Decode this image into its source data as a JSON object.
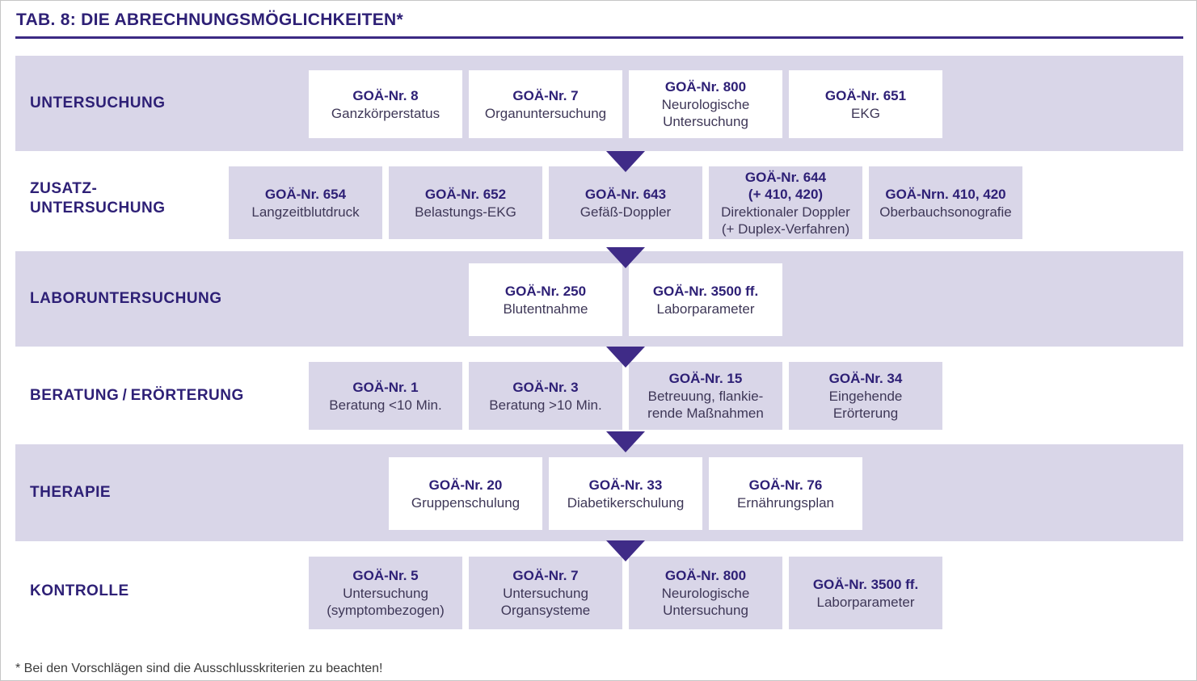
{
  "title": "TAB. 8: DIE ABRECHNUNGSMÖGLICHKEITEN*",
  "footnote": "* Bei den Vorschlägen sind die Ausschlusskriterien zu beachten!",
  "colors": {
    "heading_purple": "#2e2076",
    "band_lavender": "#d9d6e8",
    "arrow_purple": "#3f2b87",
    "rule_purple": "#3b2a84",
    "description_text": "#3e3757"
  },
  "rows": [
    {
      "label": "UNTERSUCHUNG",
      "cards": [
        {
          "code": "GOÄ-Nr. 8",
          "desc": "Ganzkörperstatus"
        },
        {
          "code": "GOÄ-Nr. 7",
          "desc": "Organuntersuchung"
        },
        {
          "code": "GOÄ-Nr. 800",
          "desc": "Neurologische\nUntersuchung"
        },
        {
          "code": "GOÄ-Nr. 651",
          "desc": "EKG"
        }
      ]
    },
    {
      "label": "ZUSATZ-\nUNTERSUCHUNG",
      "cards": [
        {
          "code": "GOÄ-Nr. 654",
          "desc": "Langzeitblutdruck"
        },
        {
          "code": "GOÄ-Nr. 652",
          "desc": "Belastungs-EKG"
        },
        {
          "code": "GOÄ-Nr. 643",
          "desc": "Gefäß-Doppler"
        },
        {
          "code": "GOÄ-Nr. 644\n(+ 410, 420)",
          "desc": "Direktionaler Doppler\n(+ Duplex-Verfahren)"
        },
        {
          "code": "GOÄ-Nrn. 410, 420",
          "desc": "Oberbauchsonografie"
        }
      ]
    },
    {
      "label": "LABORUNTERSUCHUNG",
      "cards": [
        {
          "code": "GOÄ-Nr. 250",
          "desc": "Blutentnahme"
        },
        {
          "code": "GOÄ-Nr. 3500 ff.",
          "desc": "Laborparameter"
        }
      ]
    },
    {
      "label": "BERATUNG / ERÖRTERUNG",
      "cards": [
        {
          "code": "GOÄ-Nr. 1",
          "desc": "Beratung <10 Min."
        },
        {
          "code": "GOÄ-Nr. 3",
          "desc": "Beratung >10 Min."
        },
        {
          "code": "GOÄ-Nr. 15",
          "desc": "Betreuung, flankie-\nrende Maßnahmen"
        },
        {
          "code": "GOÄ-Nr. 34",
          "desc": "Eingehende\nErörterung"
        }
      ]
    },
    {
      "label": "THERAPIE",
      "cards": [
        {
          "code": "GOÄ-Nr. 20",
          "desc": "Gruppenschulung"
        },
        {
          "code": "GOÄ-Nr. 33",
          "desc": "Diabetikerschulung"
        },
        {
          "code": "GOÄ-Nr. 76",
          "desc": "Ernährungsplan"
        }
      ]
    },
    {
      "label": "KONTROLLE",
      "cards": [
        {
          "code": "GOÄ-Nr. 5",
          "desc": "Untersuchung\n(symptombezogen)"
        },
        {
          "code": "GOÄ-Nr. 7",
          "desc": "Untersuchung\nOrgansysteme"
        },
        {
          "code": "GOÄ-Nr. 800",
          "desc": "Neurologische\nUntersuchung"
        },
        {
          "code": "GOÄ-Nr. 3500 ff.",
          "desc": "Laborparameter"
        }
      ]
    }
  ]
}
